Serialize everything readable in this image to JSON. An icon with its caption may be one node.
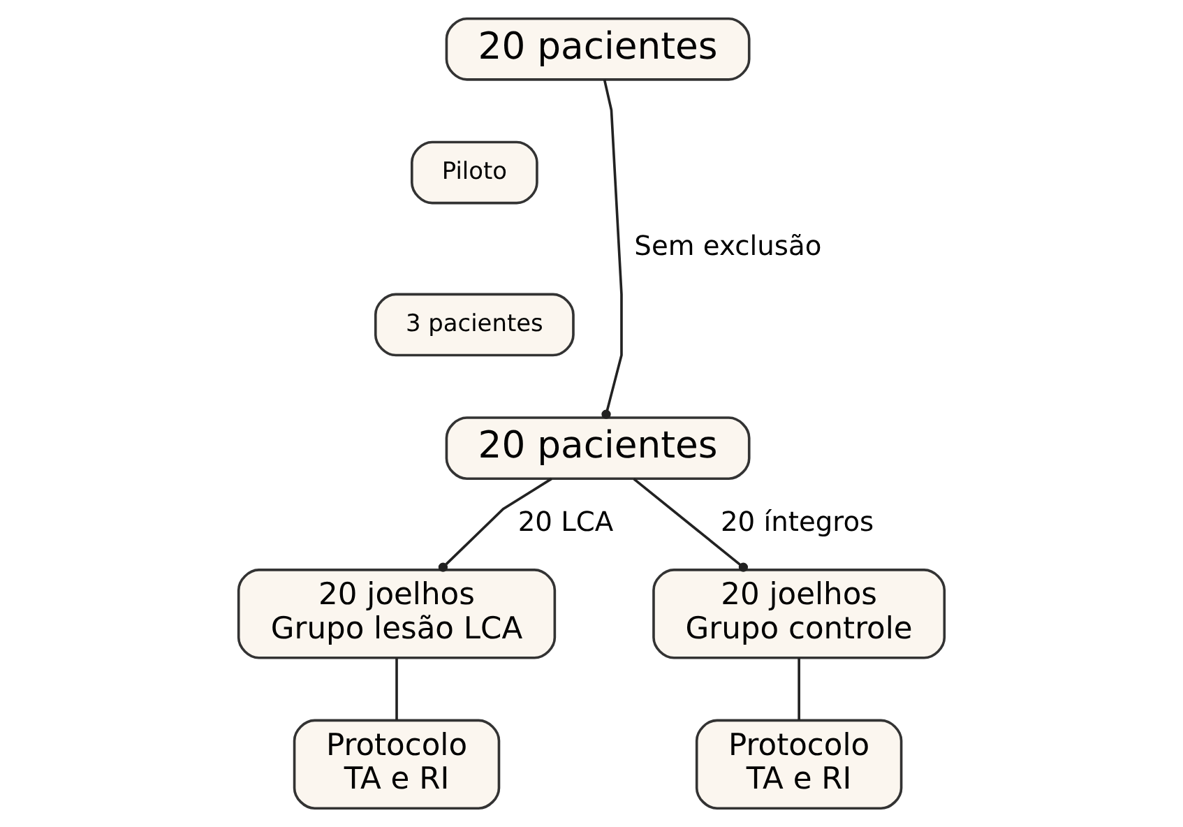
{
  "diagram": {
    "nodes": [
      {
        "text": [
          "20 pacientes"
        ]
      },
      {
        "text": [
          "Piloto"
        ]
      },
      {
        "text": [
          "3 pacientes"
        ]
      },
      {
        "text": [
          "20 pacientes"
        ]
      },
      {
        "text": [
          "20 joelhos",
          "Grupo lesão LCA"
        ]
      },
      {
        "text": [
          "20 joelhos",
          "Grupo controle"
        ]
      },
      {
        "text": [
          "Protocolo",
          "TA e RI"
        ]
      },
      {
        "text": [
          "Protocolo",
          "TA e RI"
        ]
      }
    ],
    "edges": [
      {
        "from": 0,
        "to": 3,
        "arrow": "other",
        "label": "Sem exclusão"
      },
      {
        "from": 3,
        "to": 4,
        "arrow": "other",
        "label": "20 LCA"
      },
      {
        "from": 3,
        "to": 5,
        "arrow": "other",
        "label": "20 íntegros"
      },
      {
        "from": 4,
        "to": 6,
        "arrow": "none"
      },
      {
        "from": 5,
        "to": 7,
        "arrow": "none"
      }
    ]
  }
}
